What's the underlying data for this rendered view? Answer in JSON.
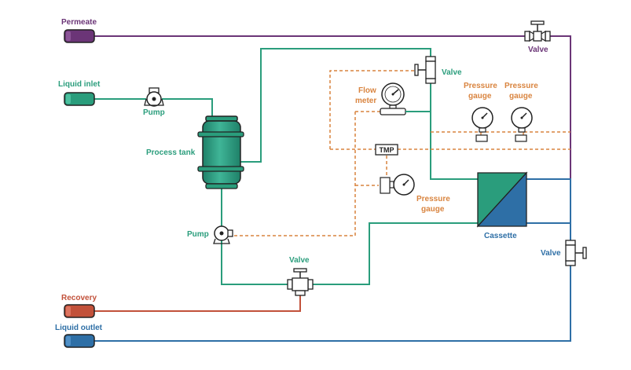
{
  "labels": {
    "permeate": "Permeate",
    "liquid_inlet": "Liquid inlet",
    "recovery": "Recovery",
    "liquid_outlet": "Liquid outlet",
    "pump_top": "Pump",
    "pump_bottom": "Pump",
    "process_tank": "Process tank",
    "valve_top_right": "Valve",
    "valve_inner": "Valve",
    "valve_bottom": "Valve",
    "valve_right": "Valve",
    "flow_meter_1": "Flow",
    "flow_meter_2": "meter",
    "pressure_gauge_a_1": "Pressure",
    "pressure_gauge_a_2": "gauge",
    "pressure_gauge_b_1": "Pressure",
    "pressure_gauge_b_2": "gauge",
    "pressure_gauge_c_1": "Pressure",
    "pressure_gauge_c_2": "gauge",
    "tmp": "TMP",
    "cassette": "Cassette"
  },
  "colors": {
    "purple": "#6b3577",
    "teal": "#2a9d7c",
    "orange": "#d9843f",
    "red": "#c2513a",
    "blue": "#2e6fa6",
    "dark": "#222222"
  }
}
